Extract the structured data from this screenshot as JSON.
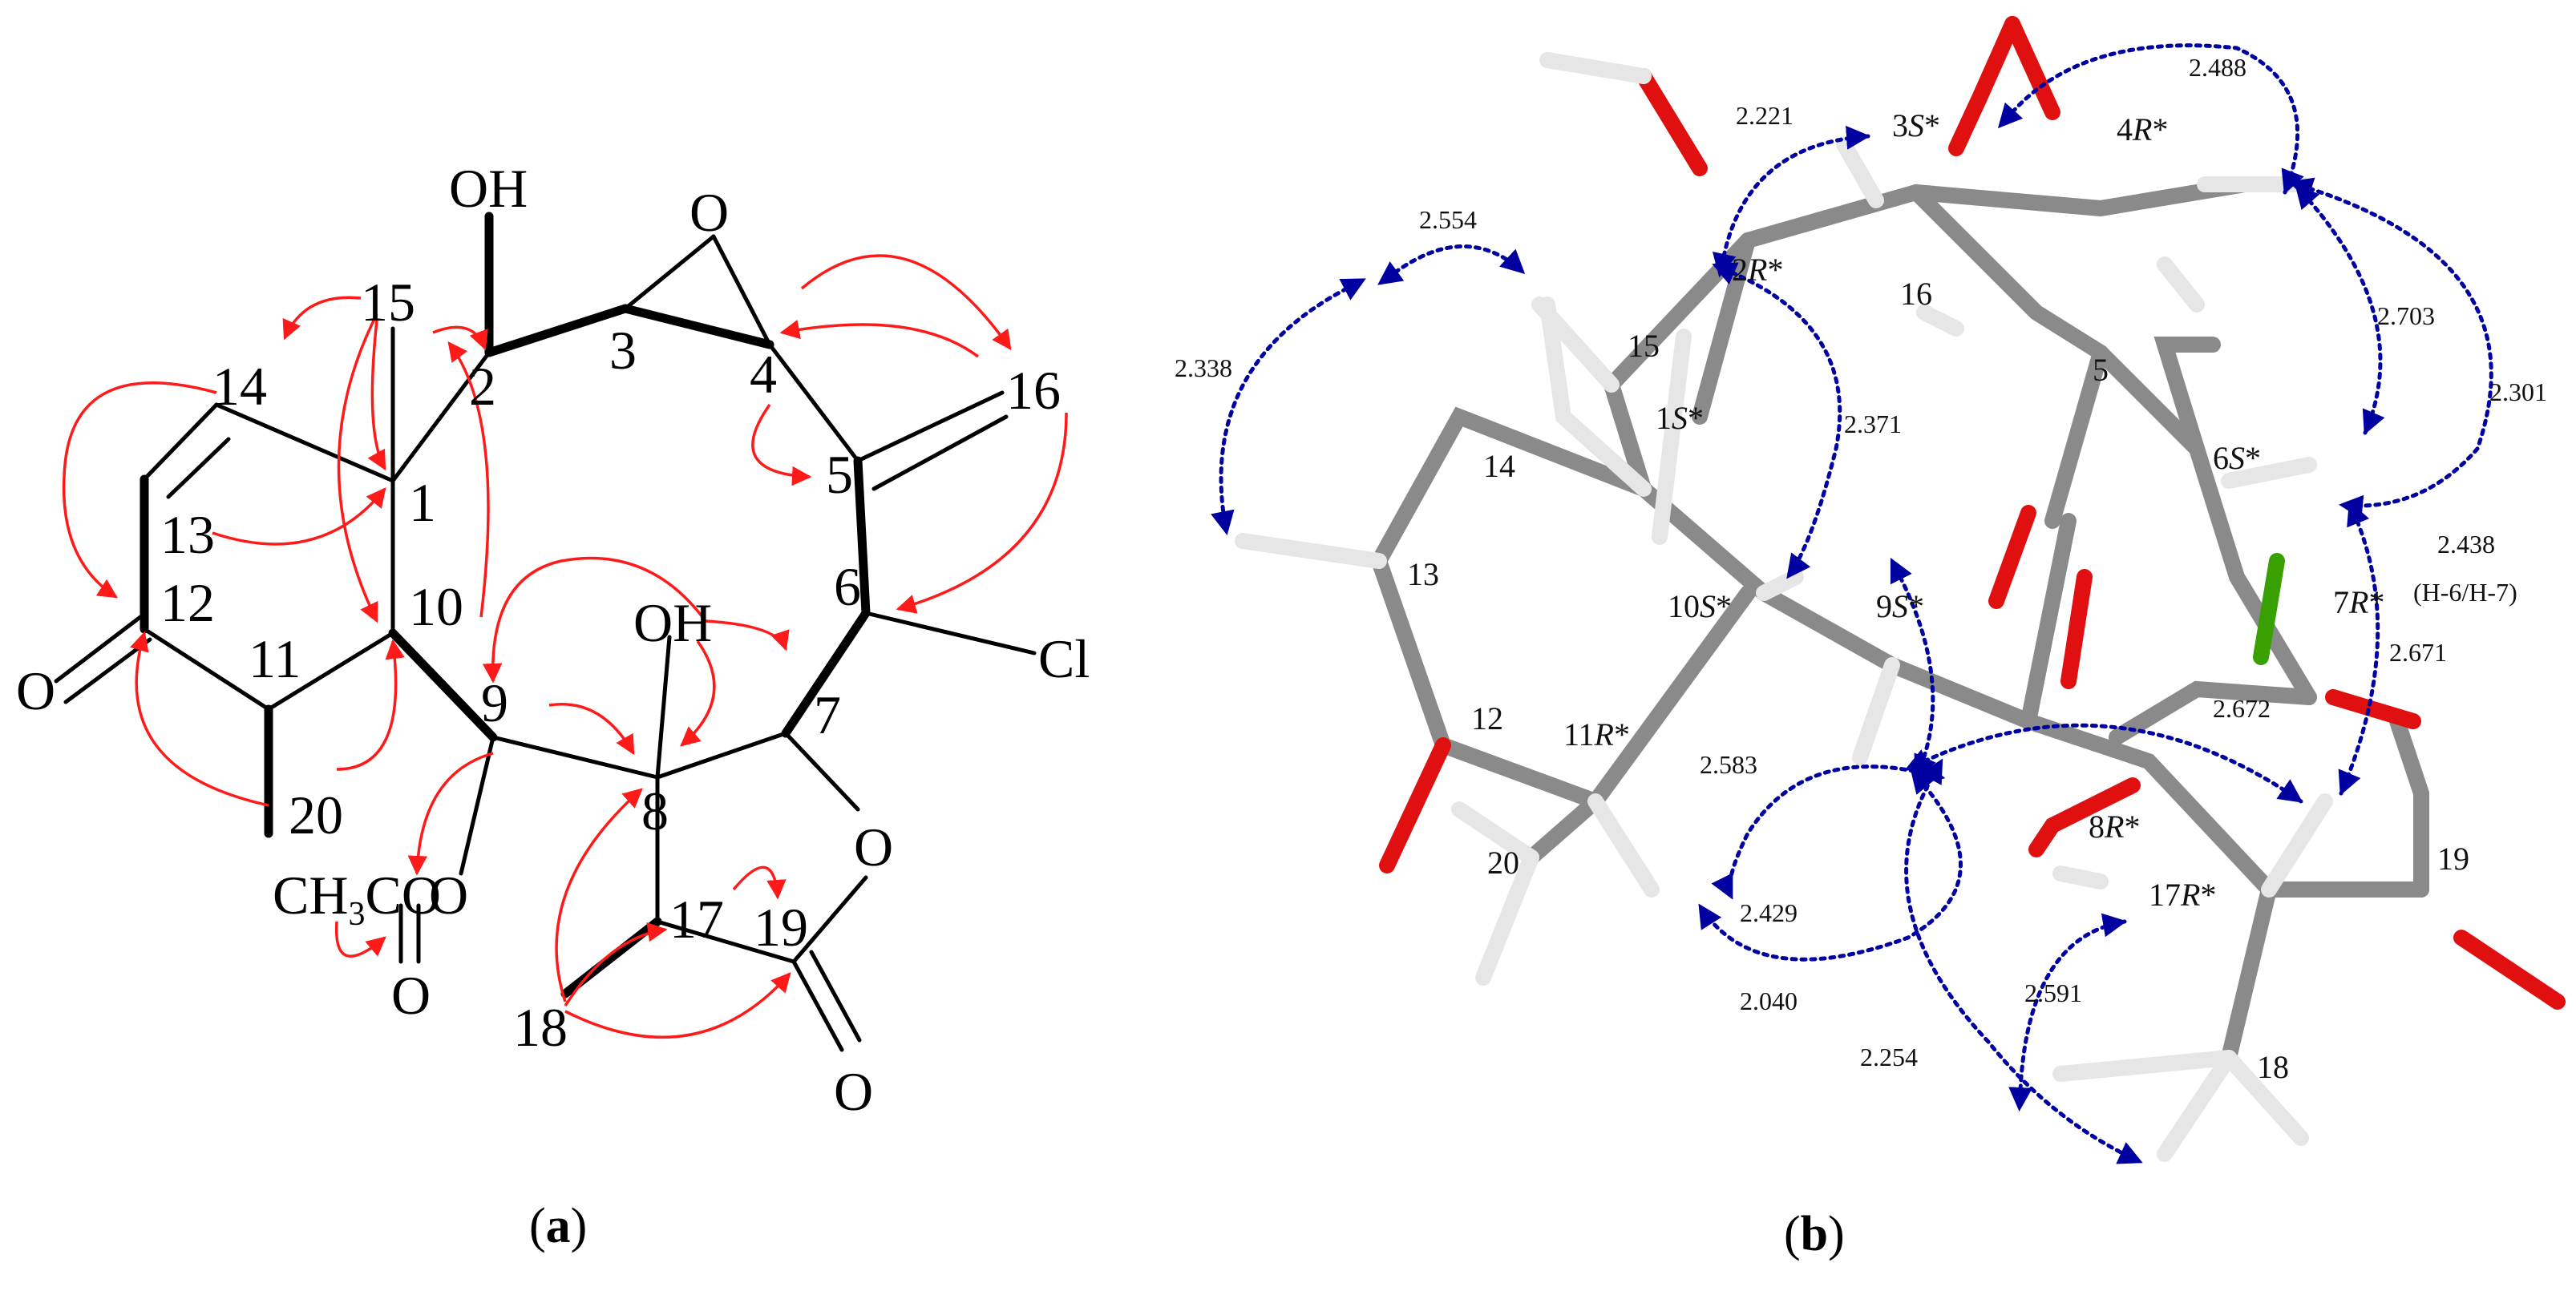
{
  "panel_a": {
    "caption": "a",
    "atoms": {
      "OH_top": "OH",
      "O_epox": "O",
      "OH_mid": "OH",
      "Cl": "Cl",
      "O_ketone": "O",
      "O_ring": "O",
      "O_lactone": "O",
      "O_acetyl": "O",
      "CH3CO": "CH3CO",
      "O_ester": "O"
    },
    "numbers": [
      "1",
      "2",
      "3",
      "4",
      "5",
      "6",
      "7",
      "8",
      "9",
      "10",
      "11",
      "12",
      "13",
      "14",
      "15",
      "16",
      "17",
      "18",
      "19",
      "20"
    ],
    "colors": {
      "bond": "#000000",
      "hmbc_arrow": "#ff1a1a"
    }
  },
  "panel_b": {
    "caption": "b",
    "numbers": [
      "2R*",
      "3S*",
      "4R*",
      "1S*",
      "15",
      "16",
      "5",
      "14",
      "13",
      "10S*",
      "9S*",
      "6S*",
      "7R*",
      "12",
      "11R*",
      "20",
      "8R*",
      "17R*",
      "19",
      "18"
    ],
    "distances": [
      "2.221",
      "2.488",
      "2.554",
      "2.338",
      "2.371",
      "2.703",
      "2.301",
      "2.438",
      "(H-6/H-7)",
      "2.671",
      "2.672",
      "2.583",
      "2.429",
      "2.040",
      "2.591",
      "2.254"
    ],
    "colors": {
      "carbon": "#8c8c8c",
      "hydrogen": "#e6e6e6",
      "oxygen": "#e01010",
      "chlorine": "#38a000",
      "noe_arrow": "#0000a0"
    }
  }
}
